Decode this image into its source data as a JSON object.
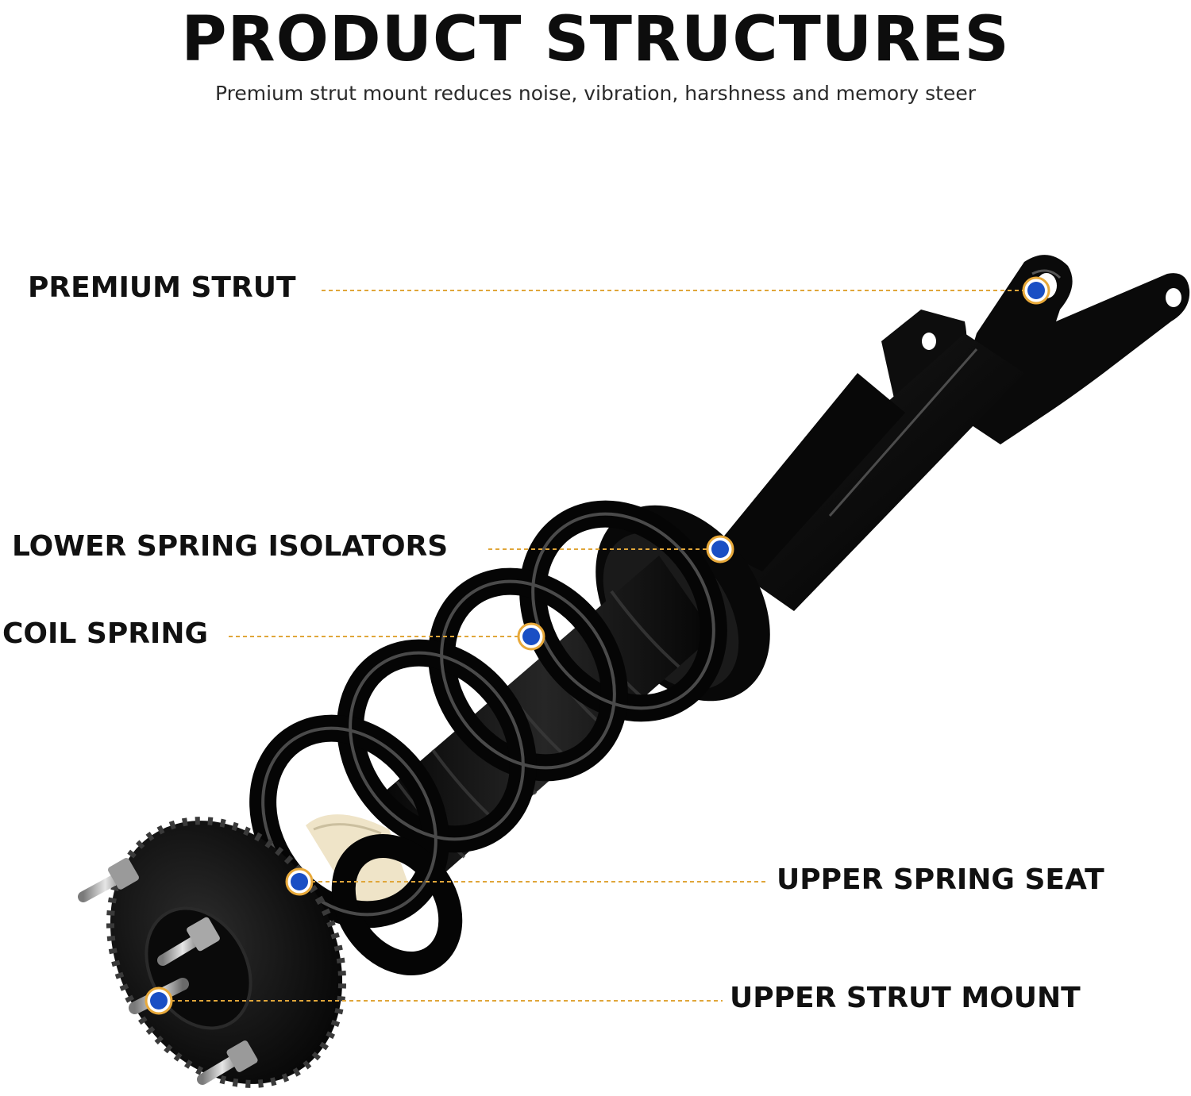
{
  "header": {
    "title": "PRODUCT STRUCTURES",
    "subtitle": "Premium strut mount reduces noise, vibration, harshness and memory steer"
  },
  "callouts": [
    {
      "id": "premium-strut",
      "label": "PREMIUM STRUT"
    },
    {
      "id": "lower-spring-isolators",
      "label": "LOWER SPRING ISOLATORS"
    },
    {
      "id": "coil-spring",
      "label": "COIL SPRING"
    },
    {
      "id": "upper-spring-seat",
      "label": "UPPER SPRING SEAT"
    },
    {
      "id": "upper-strut-mount",
      "label": "UPPER STRUT MOUNT"
    }
  ],
  "colors": {
    "leader_line": "#e0a63a",
    "marker_fill": "#1a4fc4",
    "marker_ring": "#e8a93a",
    "strut_body": "#0b0b0b",
    "spring_seat": "#efe4c8"
  }
}
